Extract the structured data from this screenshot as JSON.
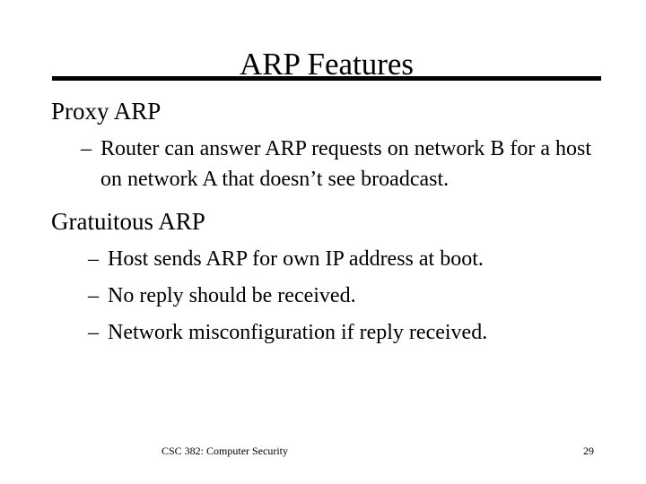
{
  "slide": {
    "title": "ARP Features",
    "sections": [
      {
        "heading": "Proxy ARP",
        "bullets": [
          {
            "dash": "–",
            "text": "Router can answer ARP requests on network B for a host on network A that doesn’t see broadcast."
          }
        ]
      },
      {
        "heading": "Gratuitous ARP",
        "bullets": [
          {
            "dash": "–",
            "text": "Host sends ARP for own IP address at boot."
          },
          {
            "dash": "–",
            "text": "No reply should be received."
          },
          {
            "dash": "–",
            "text": "Network misconfiguration if reply received."
          }
        ]
      }
    ],
    "footer": {
      "course": "CSC 382: Computer Security",
      "page_number": "29"
    },
    "colors": {
      "background": "#ffffff",
      "text": "#000000",
      "rule": "#000000"
    }
  }
}
